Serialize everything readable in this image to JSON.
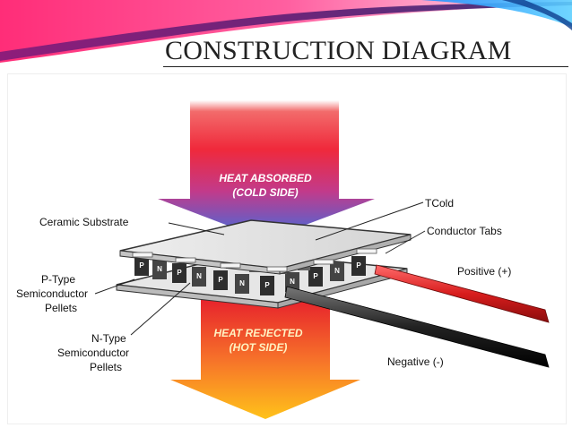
{
  "slide": {
    "title": "CONSTRUCTION DIAGRAM"
  },
  "diagram": {
    "heat_absorbed_line1": "HEAT ABSORBED",
    "heat_absorbed_line2": "(COLD SIDE)",
    "heat_rejected_line1": "HEAT REJECTED",
    "heat_rejected_line2": "(HOT SIDE)",
    "label_ceramic": "Ceramic Substrate",
    "label_tcold": "TCold",
    "label_tabs": "Conductor Tabs",
    "label_positive": "Positive (+)",
    "label_negative": "Negative (-)",
    "label_ptype_1": "P-Type",
    "label_ptype_2": "Semiconductor",
    "label_ptype_3": "Pellets",
    "label_ntype_1": "N-Type",
    "label_ntype_2": "Semiconductor",
    "label_ntype_3": "Pellets",
    "pellet_p": "P",
    "pellet_n": "N"
  },
  "colors": {
    "arrow_top": "#f0293b",
    "arrow_mid": "#c23a8a",
    "arrow_bottom": "#6a4cc8",
    "hot_top": "#e6202c",
    "hot_bottom": "#ffb21a",
    "positive_wire": "#d81d1d",
    "negative_wire": "#222222"
  }
}
